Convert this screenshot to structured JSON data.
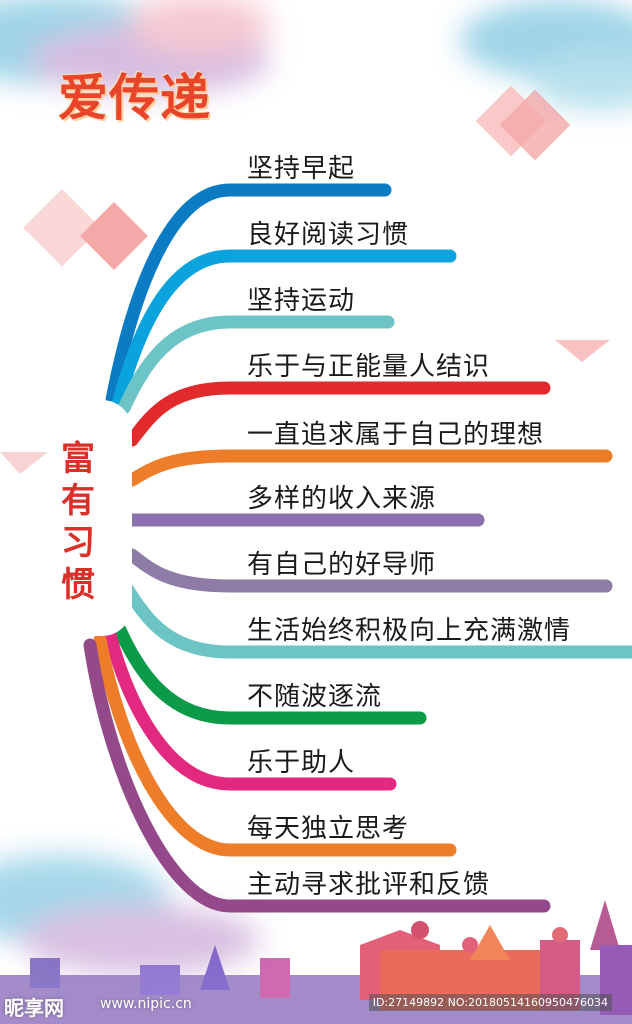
{
  "title": "爱传递",
  "center_label": "富有习惯",
  "habits": [
    {
      "text": "坚持早起",
      "color": "#0b7cc4"
    },
    {
      "text": "良好阅读习惯",
      "color": "#0aa3dd"
    },
    {
      "text": "坚持运动",
      "color": "#6cc4c6"
    },
    {
      "text": "乐于与正能量人结识",
      "color": "#e22a2c"
    },
    {
      "text": "一直追求属于自己的理想",
      "color": "#ee7d2a"
    },
    {
      "text": "多样的收入来源",
      "color": "#8a70ae"
    },
    {
      "text": "有自己的好导师",
      "color": "#8e7ba6"
    },
    {
      "text": "生活始终积极向上充满激情",
      "color": "#6cc4c4"
    },
    {
      "text": "不随波逐流",
      "color": "#0a9a48"
    },
    {
      "text": "乐于助人",
      "color": "#e2297f"
    },
    {
      "text": "每天独立思考",
      "color": "#ee7d2a"
    },
    {
      "text": "主动寻求批评和反馈",
      "color": "#944a8a"
    }
  ],
  "watermark": {
    "logo": "昵享网",
    "url": "www.nipic.cn",
    "id": "ID:27149892 NO:20180514160950476034"
  },
  "decor_colors": {
    "wash_blue": "#7fc6e0",
    "wash_purple": "#c9a6d6",
    "wash_pink": "#f3b7c2",
    "diamond": "#f6a8a8"
  }
}
